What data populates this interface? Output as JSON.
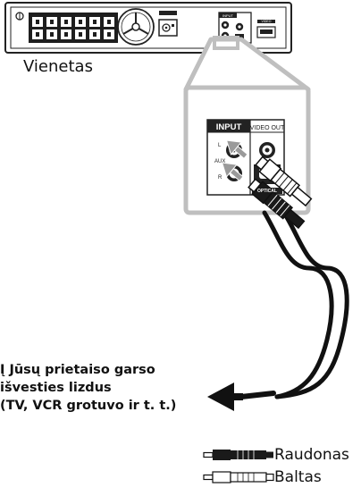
{
  "unit_label": "Vienetas",
  "panel": {
    "input_label": "INPUT",
    "video_out_label": "VIDEO OUT",
    "aux_label": "AUX",
    "l_label": "L",
    "r_label": "R",
    "optical_label": "OPTICAL",
    "small_input_label": "INPUT",
    "small_video_label": "VIDEO"
  },
  "destination": {
    "line1": "Į Jūsų prietaiso garso",
    "line2": "išvesties lizdus",
    "line3": "(TV, VCR grotuvo ir t. t.)"
  },
  "legend": {
    "red_label": "Raudonas",
    "white_label": "Baltas"
  },
  "colors": {
    "device_outline": "#222222",
    "callout_gray": "#bfbfbf",
    "plug_dark": "#1a1a1a",
    "plug_white": "#ffffff"
  }
}
